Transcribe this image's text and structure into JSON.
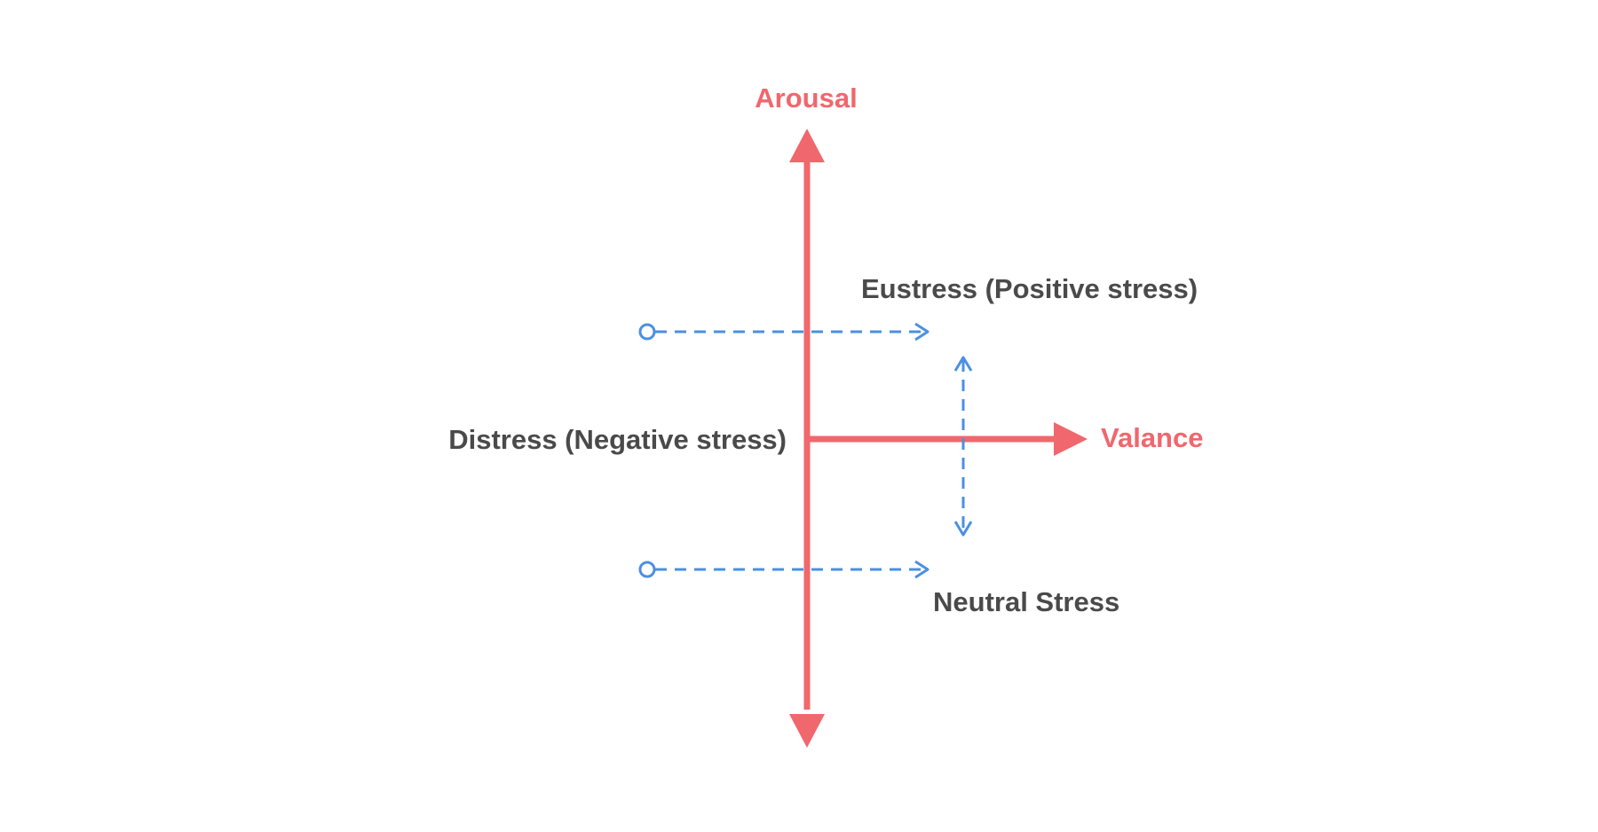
{
  "colors": {
    "axis": "#f0676d",
    "dashed": "#4a90e2",
    "text": "#4a4a4a",
    "background": "#ffffff"
  },
  "axes": {
    "vertical_label": "Arousal",
    "horizontal_label": "Valance"
  },
  "regions": {
    "positive": "Eustress (Positive stress)",
    "negative": "Distress (Negative stress)",
    "neutral": "Neutral Stress"
  }
}
